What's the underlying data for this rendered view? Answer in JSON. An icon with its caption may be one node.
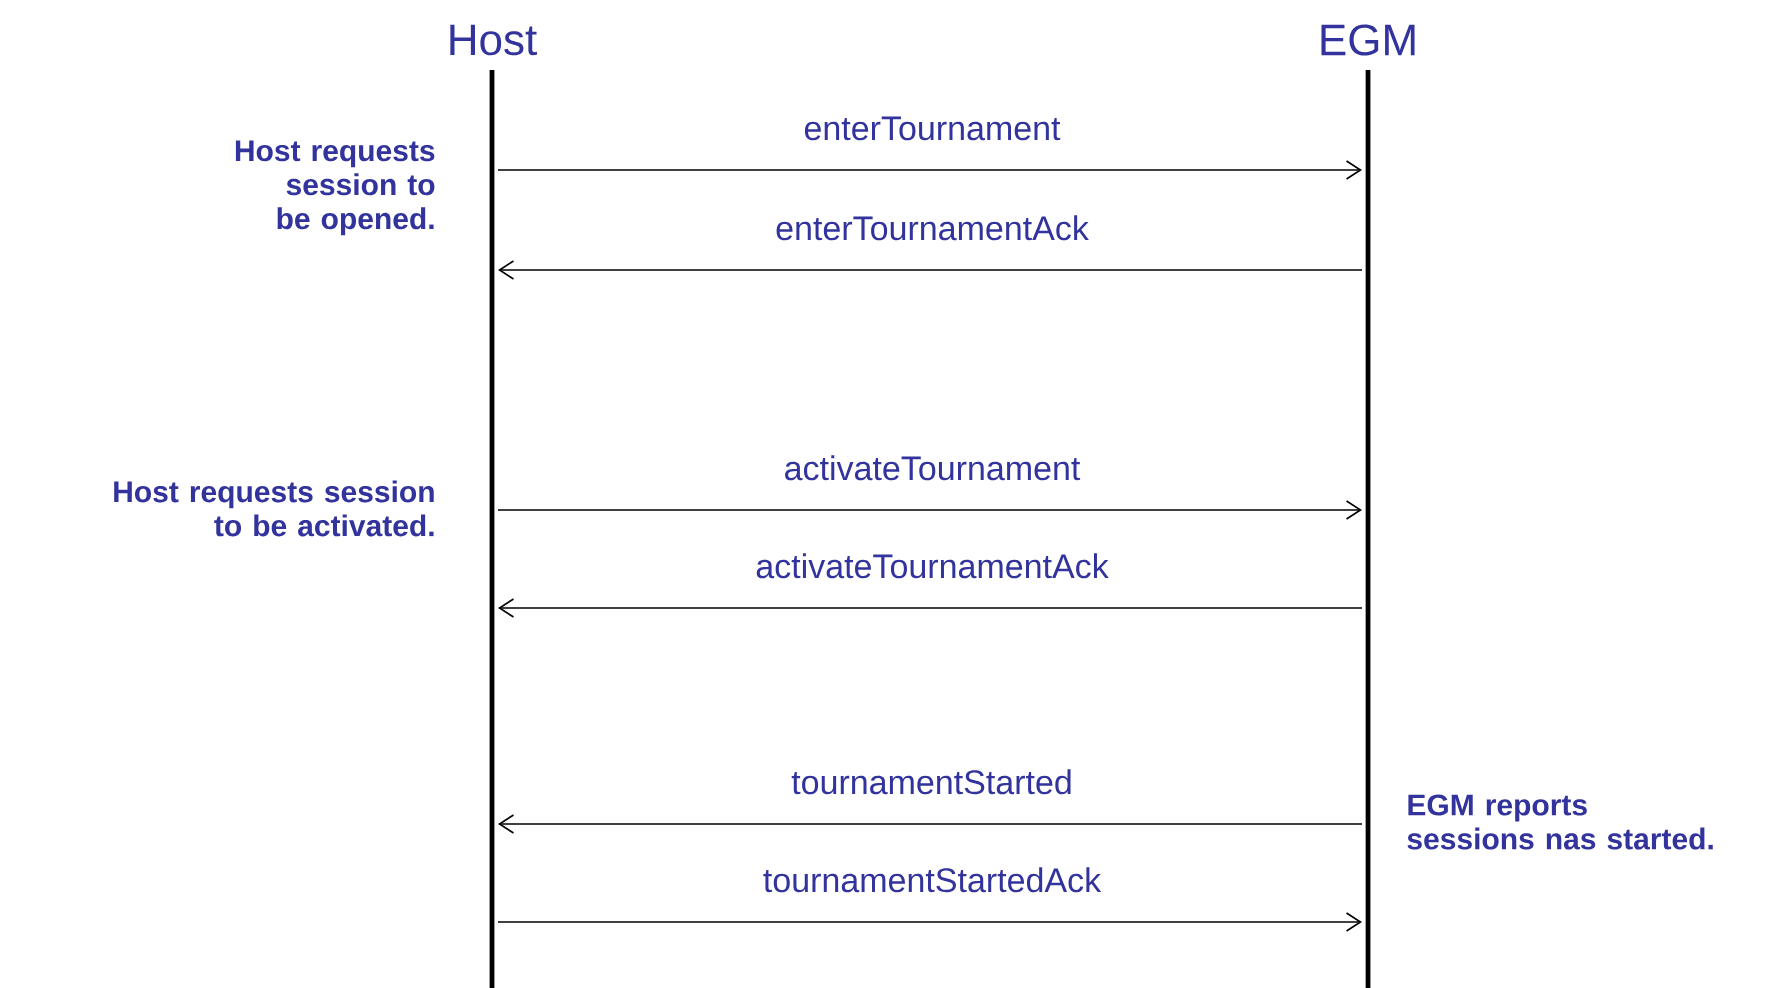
{
  "diagram": {
    "nodes": [
      {
        "text": [
          "Host"
        ]
      },
      {
        "text": [
          "EGM"
        ]
      }
    ],
    "edges": [
      {
        "from": 0,
        "to": 1,
        "arrow": "to",
        "label": "enterTournament"
      },
      {
        "from": 1,
        "to": 0,
        "arrow": "to",
        "label": "enterTournamentAck"
      },
      {
        "from": 0,
        "to": 1,
        "arrow": "to",
        "label": "activateTournament"
      },
      {
        "from": 1,
        "to": 0,
        "arrow": "to",
        "label": "activateTournamentAck"
      },
      {
        "from": 1,
        "to": 0,
        "arrow": "to",
        "label": "tournamentStarted"
      },
      {
        "from": 0,
        "to": 1,
        "arrow": "to",
        "label": "tournamentStartedAck"
      }
    ],
    "labels": [
      "Host requests session to be opened.",
      "Host requests session to be activated.",
      "EGM reports sessions nas started."
    ]
  }
}
